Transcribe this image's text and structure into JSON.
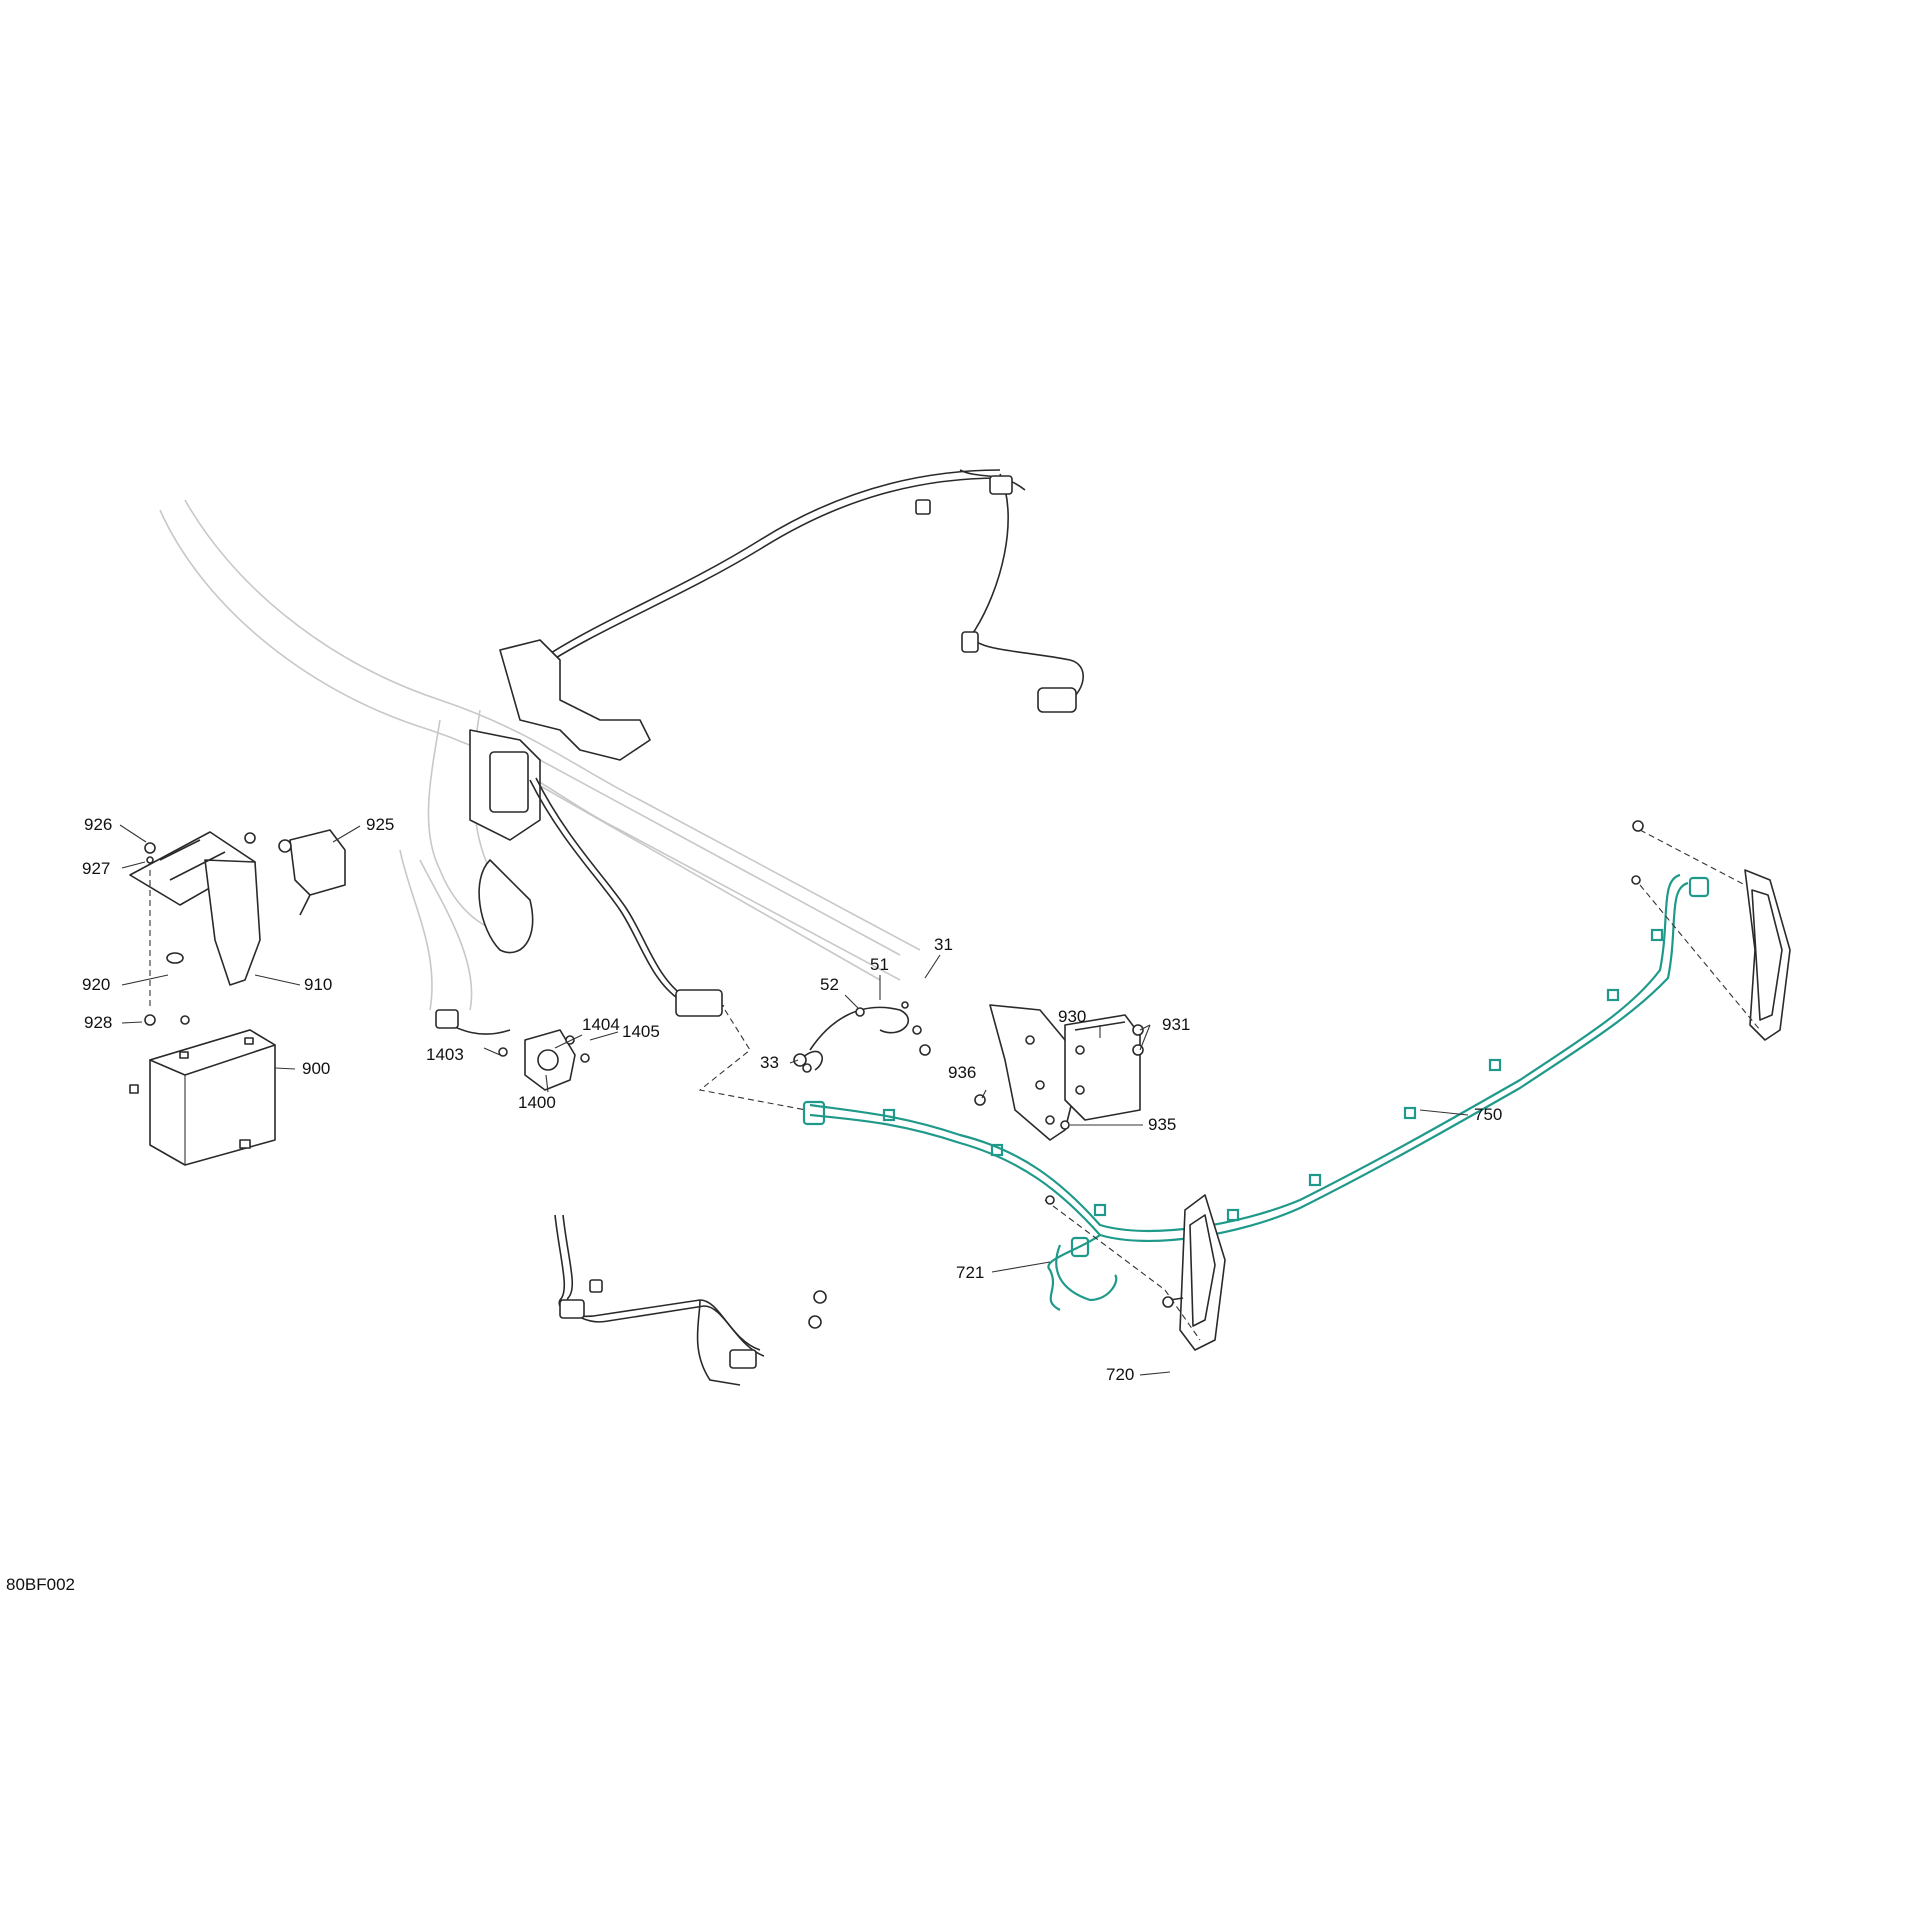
{
  "colors": {
    "highlight": "#1f9a8a",
    "line": "#2a2a2a",
    "frame": "#c8c8c8"
  },
  "diagram_code": "80BF002",
  "callouts": {
    "c926": "926",
    "c927": "927",
    "c920": "920",
    "c928": "928",
    "c910": "910",
    "c925": "925",
    "c900": "900",
    "c1404": "1404",
    "c1403": "1403",
    "c1405": "1405",
    "c1400": "1400",
    "c52": "52",
    "c51": "51",
    "c31": "31",
    "c33": "33",
    "c930": "930",
    "c931": "931",
    "c936": "936",
    "c935": "935",
    "c750": "750",
    "c721": "721",
    "c720": "720"
  }
}
